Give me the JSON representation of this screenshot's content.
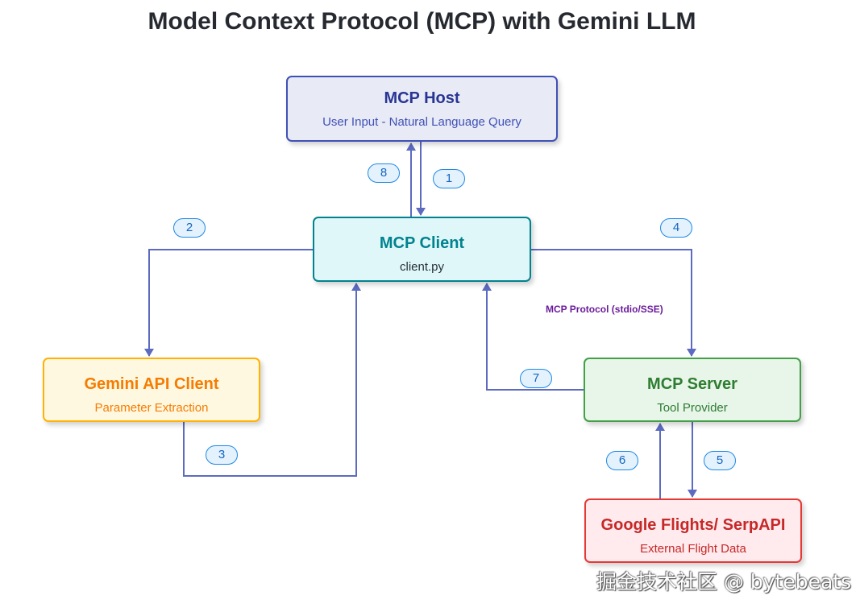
{
  "title": "Model Context Protocol (MCP) with Gemini LLM",
  "nodes": {
    "host": {
      "title": "MCP Host",
      "subtitle": "User Input - Natural Language Query",
      "color": "#3f51b5"
    },
    "client": {
      "title": "MCP Client",
      "subtitle": "client.py",
      "color": "#00838f"
    },
    "gemini": {
      "title": "Gemini API Client",
      "subtitle": "Parameter Extraction",
      "color": "#ffb300"
    },
    "server": {
      "title": "MCP Server",
      "subtitle": "Tool Provider",
      "color": "#43a047"
    },
    "flights": {
      "title": "Google Flights/ SerpAPI",
      "subtitle": "External Flight Data",
      "color": "#e53935"
    }
  },
  "steps": [
    {
      "label": "1",
      "from": "MCP Host",
      "to": "MCP Client"
    },
    {
      "label": "2",
      "from": "MCP Client",
      "to": "Gemini API Client"
    },
    {
      "label": "3",
      "from": "Gemini API Client",
      "to": "MCP Client"
    },
    {
      "label": "4",
      "from": "MCP Client",
      "to": "MCP Server"
    },
    {
      "label": "5",
      "from": "MCP Server",
      "to": "Google Flights/ SerpAPI"
    },
    {
      "label": "6",
      "from": "Google Flights/ SerpAPI",
      "to": "MCP Server"
    },
    {
      "label": "7",
      "from": "MCP Server",
      "to": "MCP Client"
    },
    {
      "label": "8",
      "from": "MCP Client",
      "to": "MCP Host"
    }
  ],
  "protocol_label": "MCP Protocol (stdio/SSE)",
  "edge_color": "#5c6bc0",
  "watermark": "掘金技术社区 @ bytebeats"
}
